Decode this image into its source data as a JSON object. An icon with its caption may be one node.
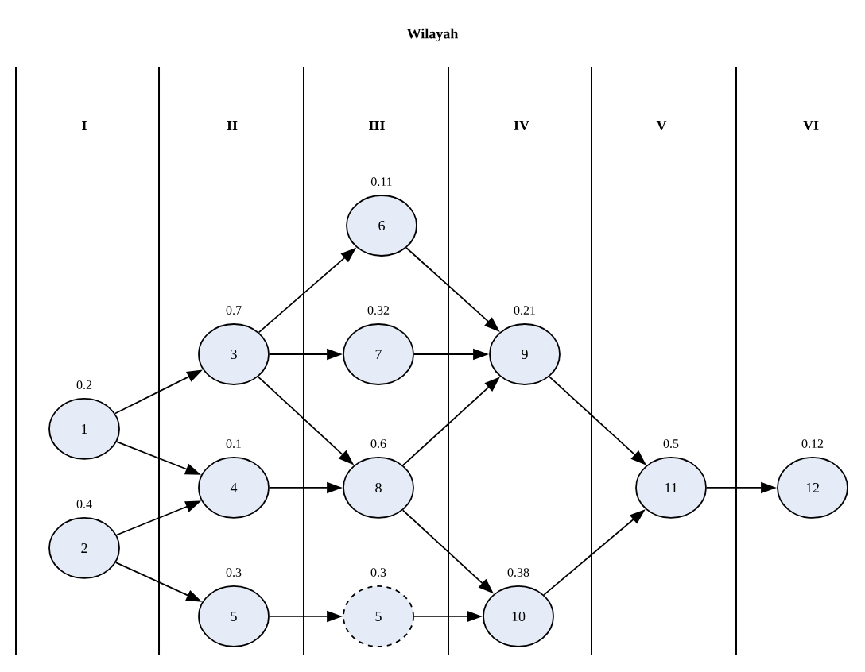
{
  "diagram": {
    "title": "Wilayah",
    "nodes": [
      {
        "text": [
          "1"
        ],
        "beside": [
          "0.2"
        ]
      },
      {
        "text": [
          "2"
        ],
        "beside": [
          "0.4"
        ]
      },
      {
        "text": [
          "3"
        ],
        "beside": [
          "0.7"
        ]
      },
      {
        "text": [
          "4"
        ],
        "beside": [
          "0.1"
        ]
      },
      {
        "text": [
          "5"
        ],
        "beside": [
          "0.3"
        ]
      },
      {
        "text": [
          "6"
        ],
        "beside": [
          "0.11"
        ]
      },
      {
        "text": [
          "7"
        ],
        "beside": [
          "0.32"
        ]
      },
      {
        "text": [
          "8"
        ],
        "beside": [
          "0.6"
        ]
      },
      {
        "text": [
          "5"
        ],
        "beside": [
          "0.3"
        ]
      },
      {
        "text": [
          "9"
        ],
        "beside": [
          "0.21"
        ]
      },
      {
        "text": [
          "10"
        ],
        "beside": [
          "0.38"
        ]
      },
      {
        "text": [
          "11"
        ],
        "beside": [
          "0.5"
        ]
      },
      {
        "text": [
          "12"
        ],
        "beside": [
          "0.12"
        ]
      }
    ],
    "edges": [
      {
        "from": 0,
        "to": 2,
        "arrow": "to"
      },
      {
        "from": 0,
        "to": 3,
        "arrow": "to"
      },
      {
        "from": 1,
        "to": 3,
        "arrow": "to"
      },
      {
        "from": 1,
        "to": 4,
        "arrow": "to"
      },
      {
        "from": 2,
        "to": 5,
        "arrow": "to"
      },
      {
        "from": 2,
        "to": 6,
        "arrow": "to"
      },
      {
        "from": 2,
        "to": 7,
        "arrow": "to"
      },
      {
        "from": 3,
        "to": 7,
        "arrow": "to"
      },
      {
        "from": 4,
        "to": 8,
        "arrow": "to"
      },
      {
        "from": 5,
        "to": 9,
        "arrow": "to"
      },
      {
        "from": 6,
        "to": 9,
        "arrow": "to"
      },
      {
        "from": 7,
        "to": 9,
        "arrow": "to"
      },
      {
        "from": 7,
        "to": 10,
        "arrow": "to"
      },
      {
        "from": 8,
        "to": 10,
        "arrow": "to"
      },
      {
        "from": 9,
        "to": 11,
        "arrow": "to"
      },
      {
        "from": 10,
        "to": 11,
        "arrow": "to"
      },
      {
        "from": 11,
        "to": 12,
        "arrow": "to"
      }
    ],
    "labels": [
      "I",
      "II",
      "III",
      "IV",
      "V",
      "VI"
    ]
  }
}
